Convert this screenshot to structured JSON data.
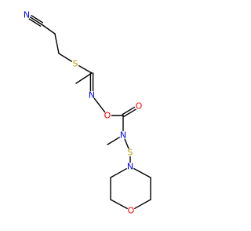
{
  "atoms": [
    {
      "id": "n_nitrile",
      "symbol": "N",
      "color": "#0000ff"
    },
    {
      "id": "s_thio",
      "symbol": "S",
      "color": "#b5a100"
    },
    {
      "id": "n_oxime",
      "symbol": "N",
      "color": "#0000ff"
    },
    {
      "id": "o_oxime",
      "symbol": "O",
      "color": "#ff0000"
    },
    {
      "id": "o_carbonyl",
      "symbol": "O",
      "color": "#ff0000"
    },
    {
      "id": "n_carbamate",
      "symbol": "N",
      "color": "#0000ff"
    },
    {
      "id": "s_sulfenyl",
      "symbol": "S",
      "color": "#b5a100"
    },
    {
      "id": "n_morpholine",
      "symbol": "N",
      "color": "#0000ff"
    },
    {
      "id": "o_morpholine",
      "symbol": "O",
      "color": "#ff0000"
    }
  ],
  "bonds": [
    {
      "id": "c1-n-triple-1",
      "from": "c_nitrile",
      "to": "n_nitrile",
      "color": "#000000"
    },
    {
      "id": "c1-n-triple-2",
      "from": "c_nitrile",
      "to": "n_nitrile",
      "color": "#000000"
    },
    {
      "id": "c1-n-triple-3",
      "from": "c_nitrile",
      "to": "n_nitrile",
      "color": "#000000"
    },
    {
      "id": "c1-c2",
      "from": "c_nitrile",
      "to": "c2",
      "color": "#000000"
    },
    {
      "id": "c2-c3",
      "from": "c2",
      "to": "c3",
      "color": "#000000"
    },
    {
      "id": "c3-s",
      "from": "c3",
      "to": "s_thio",
      "color": "#000000"
    },
    {
      "id": "s-c4",
      "from": "s_thio",
      "to": "c4",
      "color": "#000000"
    },
    {
      "id": "c4-me",
      "from": "c4",
      "to": "me1",
      "color": "#000000"
    },
    {
      "id": "c4-n-double-1",
      "from": "c4",
      "to": "n_oxime",
      "color": "#000000"
    },
    {
      "id": "c4-n-double-2",
      "from": "c4",
      "to": "n_oxime",
      "color": "#000000"
    },
    {
      "id": "n-o",
      "from": "n_oxime",
      "to": "o_oxime",
      "color": "#000000"
    },
    {
      "id": "o-c5",
      "from": "o_oxime",
      "to": "c5",
      "color": "#000000"
    },
    {
      "id": "c5-o-double-1",
      "from": "c5",
      "to": "o_carbonyl",
      "color": "#000000"
    },
    {
      "id": "c5-o-double-2",
      "from": "c5",
      "to": "o_carbonyl",
      "color": "#000000"
    },
    {
      "id": "c5-n",
      "from": "c5",
      "to": "n_carbamate",
      "color": "#000000"
    },
    {
      "id": "n-me",
      "from": "n_carbamate",
      "to": "me2",
      "color": "#000000"
    },
    {
      "id": "n-s",
      "from": "n_carbamate",
      "to": "s_sulfenyl",
      "color": "#000000"
    },
    {
      "id": "s-n",
      "from": "s_sulfenyl",
      "to": "n_morpholine",
      "color": "#000000"
    },
    {
      "id": "n-ring-c1",
      "from": "n_morpholine",
      "to": "ring_c1",
      "color": "#000000"
    },
    {
      "id": "ring-c1-c2",
      "from": "ring_c1",
      "to": "ring_c2",
      "color": "#000000"
    },
    {
      "id": "ring-c2-o",
      "from": "ring_c2",
      "to": "o_morpholine",
      "color": "#000000"
    },
    {
      "id": "o-ring-c3",
      "from": "o_morpholine",
      "to": "ring_c3",
      "color": "#000000"
    },
    {
      "id": "ring-c3-c4",
      "from": "ring_c3",
      "to": "ring_c4",
      "color": "#000000"
    },
    {
      "id": "ring-c4-n",
      "from": "ring_c4",
      "to": "n_morpholine",
      "color": "#000000"
    }
  ]
}
